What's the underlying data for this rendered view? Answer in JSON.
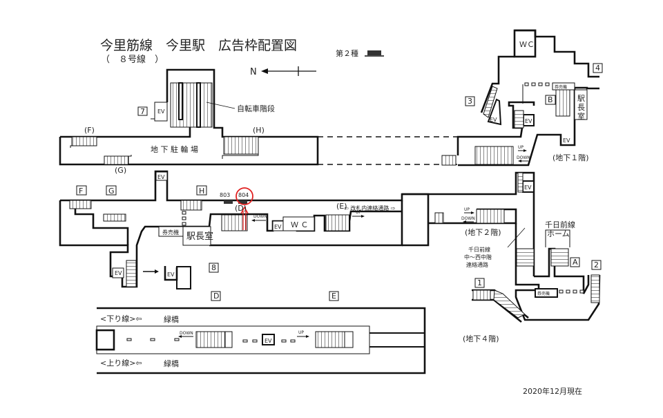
{
  "title": "今里筋線　今里駅　広告枠配置図",
  "subtitle": "（　８号線　）",
  "north": "N",
  "legend": {
    "label": "第２種",
    "color": "#333333"
  },
  "accent": "#e02020",
  "b1_left": {
    "bicycle_stairs": "自転車階段",
    "parking": "地 下 駐 輪 場",
    "f": "(F)",
    "g": "(G)",
    "h": "(H)",
    "exit7": "7",
    "ev": "EV"
  },
  "b2_left": {
    "f": "F",
    "g": "G",
    "h": "H",
    "ev": "EV",
    "ev2": "EV",
    "ev3": "EV",
    "ev4": "EV",
    "ad_803": "803",
    "ad_804": "804",
    "d_paren": "(D)",
    "down": "DOWN",
    "wc": "Ｗ Ｃ",
    "e_paren": "(E)",
    "up": "UP",
    "passage": "⇦ 改札内連絡通路 ⇨",
    "ticket": "券売機",
    "office": "駅長室",
    "exit8": "8",
    "d": "D",
    "e": "E"
  },
  "platform": {
    "down_line": "<下り線>⇦",
    "up_line": "<上り線>⇦",
    "dest1": "緑橋",
    "dest2": "緑橋",
    "down": "DOWN",
    "up": "UP",
    "ev": "EV"
  },
  "right": {
    "wc": "ＷＣ",
    "exit4": "4",
    "exit3": "3",
    "b": "B",
    "ticket": "券売機",
    "office": [
      "駅",
      "長",
      "室"
    ],
    "ev1": "EV",
    "ev2": "EV",
    "ev3": "EV",
    "up": "UP",
    "down": "DOWN",
    "b1": "(地下１階)",
    "ev4": "EV",
    "up2": "UP",
    "down2": "DOWN",
    "b2": "(地下２階)",
    "sennichimae": [
      "千日前線",
      "ホーム"
    ],
    "connect": [
      "千日前線",
      "中〜西中階",
      "連絡通路"
    ],
    "a": "A",
    "exit2": "2",
    "exit1": "1",
    "ticket2": "券売機",
    "b4": "(地下４階)"
  },
  "date": "2020年12月現在"
}
